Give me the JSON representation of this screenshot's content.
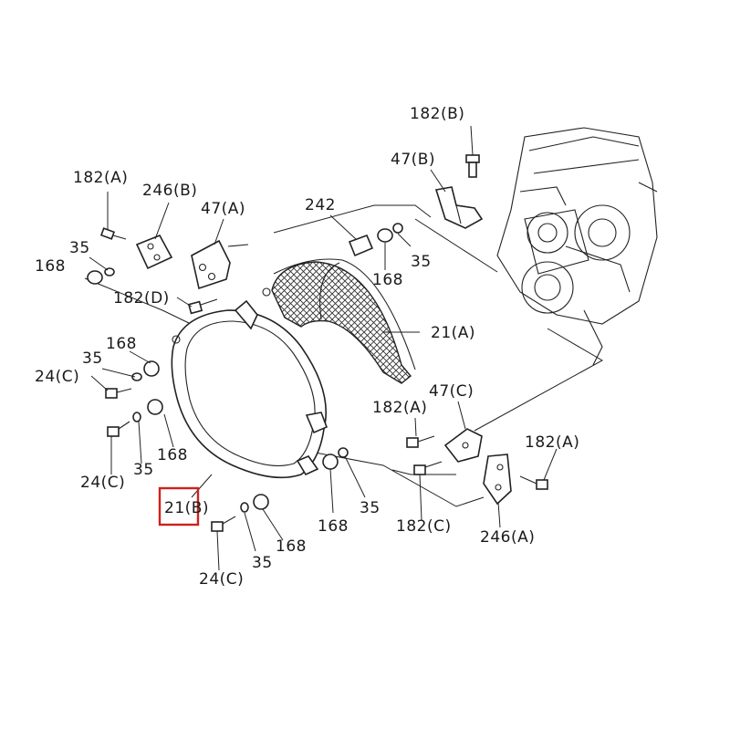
{
  "callouts": [
    {
      "id": "c182B_top",
      "text": "182(B)"
    },
    {
      "id": "c47B",
      "text": "47(B)"
    },
    {
      "id": "c182A_tl",
      "text": "182(A)"
    },
    {
      "id": "c246B",
      "text": "246(B)"
    },
    {
      "id": "c47A",
      "text": "47(A)"
    },
    {
      "id": "c242",
      "text": "242"
    },
    {
      "id": "c35_tl",
      "text": "35"
    },
    {
      "id": "c168_tl",
      "text": "168"
    },
    {
      "id": "c182D",
      "text": "182(D)"
    },
    {
      "id": "c168_mid",
      "text": "168"
    },
    {
      "id": "c35_mid",
      "text": "35"
    },
    {
      "id": "c21A",
      "text": "21(A)"
    },
    {
      "id": "c168_l1",
      "text": "168"
    },
    {
      "id": "c35_l1",
      "text": "35"
    },
    {
      "id": "c24C_l1",
      "text": "24(C)"
    },
    {
      "id": "c182A_r1",
      "text": "182(A)"
    },
    {
      "id": "c47C",
      "text": "47(C)"
    },
    {
      "id": "c182A_r2",
      "text": "182(A)"
    },
    {
      "id": "c168_l2",
      "text": "168"
    },
    {
      "id": "c24C_l2",
      "text": "24(C)"
    },
    {
      "id": "c35_l2",
      "text": "35"
    },
    {
      "id": "c21B",
      "text": "21(B)"
    },
    {
      "id": "c168_b1",
      "text": "168"
    },
    {
      "id": "c35_b1",
      "text": "35"
    },
    {
      "id": "c182C",
      "text": "182(C)"
    },
    {
      "id": "c246A",
      "text": "246(A)"
    },
    {
      "id": "c168_b2",
      "text": "168"
    },
    {
      "id": "c35_b2",
      "text": "35"
    },
    {
      "id": "c24C_b",
      "text": "24(C)"
    }
  ],
  "highlight": {
    "target": "21(B)",
    "color": "#d0201d"
  }
}
